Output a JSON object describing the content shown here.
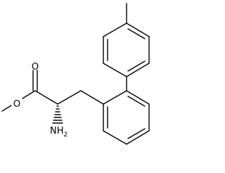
{
  "atoms": {
    "oxygen_carbonyl": "O",
    "oxygen_ester": "O",
    "amine_symbol": "NH",
    "amine_subscript": "2"
  },
  "colors": {
    "bond": "#000000",
    "background": "#ffffff"
  }
}
